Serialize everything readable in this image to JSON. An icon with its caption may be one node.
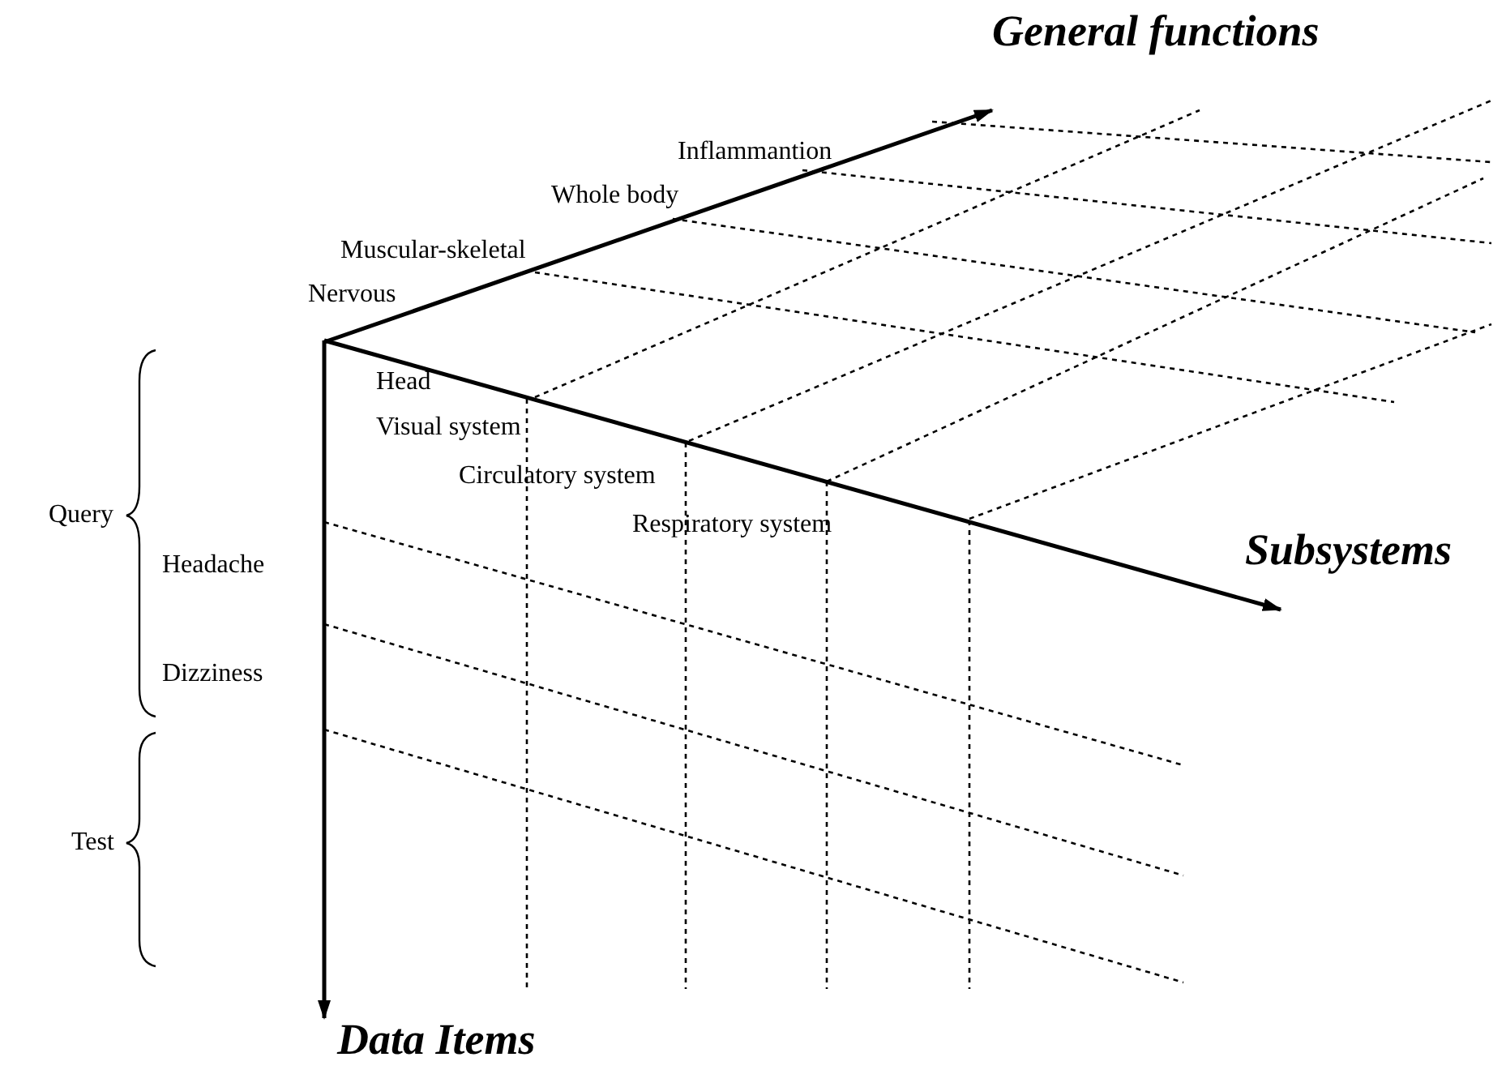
{
  "diagram": {
    "labels": [
      "General functions",
      "Inflammantion",
      "Whole body",
      "Muscular-skeletal",
      "Nervous",
      "Head",
      "Visual system",
      "Circulatory system",
      "Respiratory system",
      "Subsystems",
      "Query",
      "Headache",
      "Dizziness",
      "Test",
      "Data Items"
    ]
  }
}
